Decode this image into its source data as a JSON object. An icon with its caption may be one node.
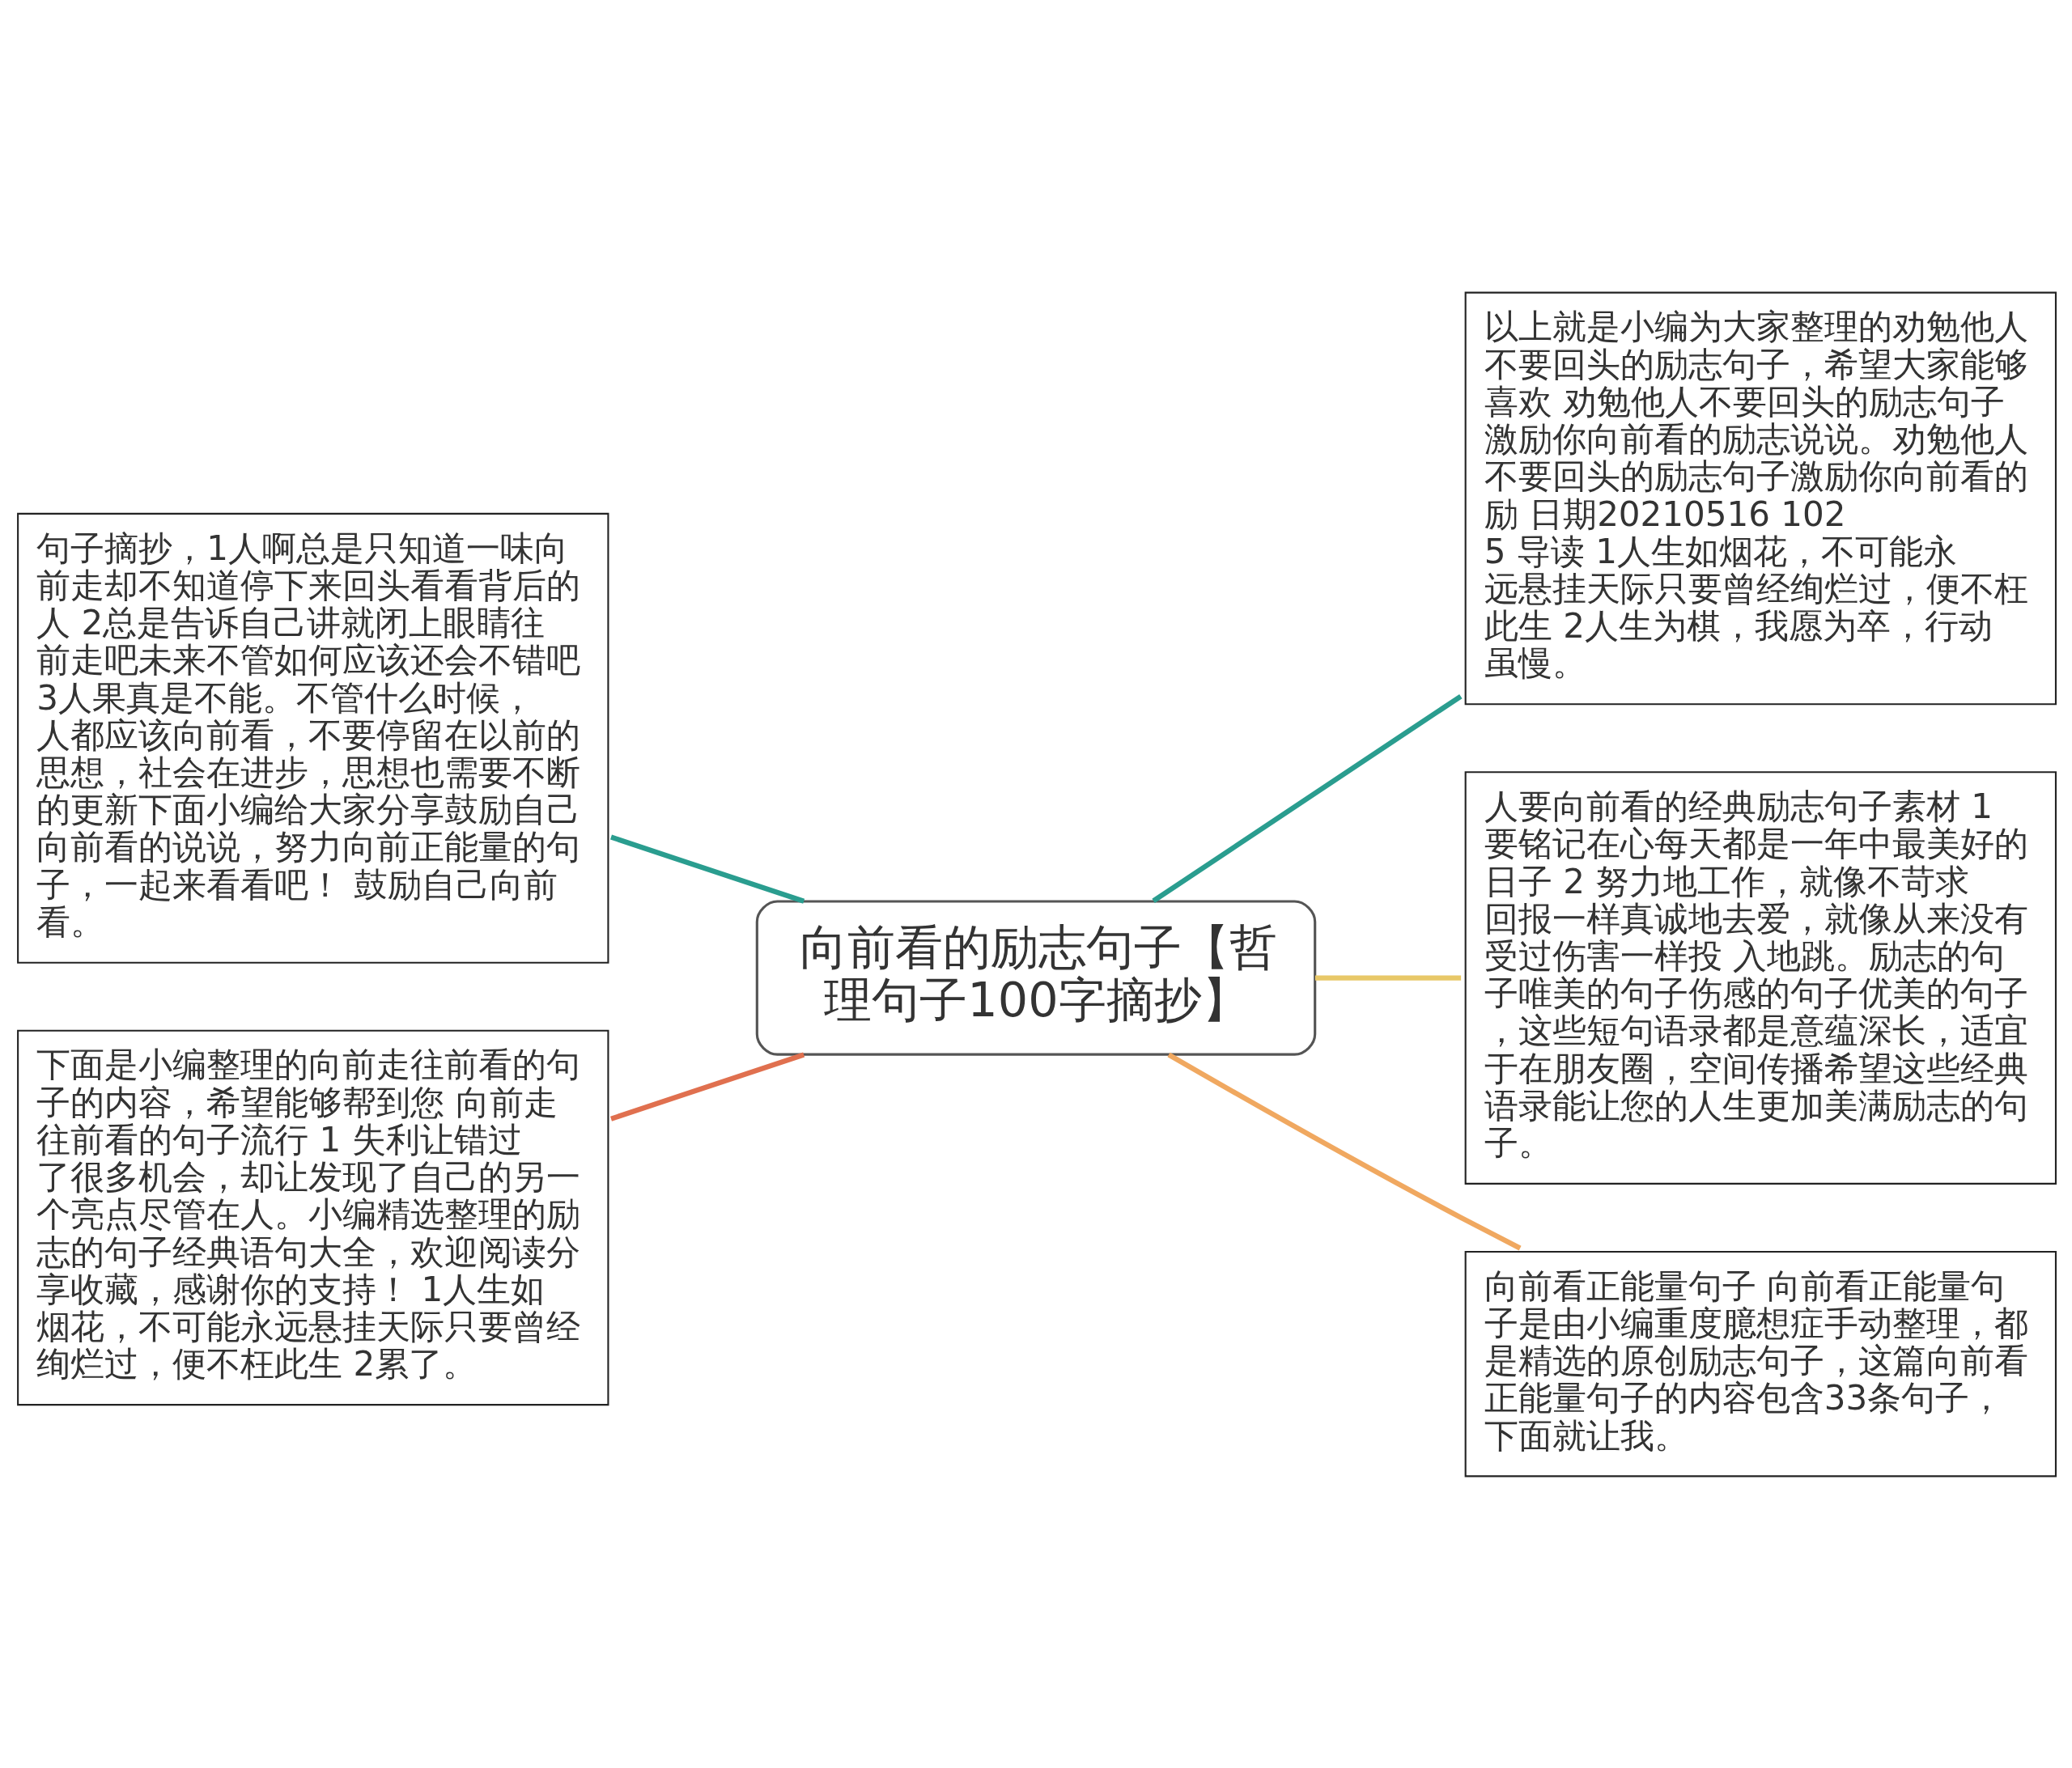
{
  "diagram": {
    "nodes": [
      {
        "text": [
          "向前看的励志句子【哲理句子100字摘抄】"
        ]
      },
      {
        "text": [
          "句子摘抄，1人啊总是只知道一味向前走却不知道停下来回头看看背后的人 2总是告诉自己讲就闭上眼睛往前走吧未来不管如何应该还会不错吧 3人果真是不能。不管什么时候，人都应该向前看，不要停留在以前的思想，社会在进步，思想也需要不断的更新下面小编给大家分享鼓励自己向前看的说说，努力向前正能量的句子，一起来看看吧！ 鼓励自己向前看。"
        ]
      },
      {
        "text": [
          "下面是小编整理的向前走往前看的句子的内容，希望能够帮到您 向前走往前看的句子流行 1 失利让错过了很多机会，却让发现了自己的另一个亮点尽管在人。小编精选整理的励志的句子经典语句大全，欢迎阅读分享收藏，感谢你的支持！ 1人生如烟花，不可能永远悬挂天际只要曾经绚烂过，便不枉此生 2累了。"
        ]
      },
      {
        "text": [
          "以上就是小编为大家整理的劝勉他人不要回头的励志句子，希望大家能够喜欢 劝勉他人不要回头的励志句子激励你向前看的励志说说。劝勉他人不要回头的励志句子激励你向前看的励 日期20210516 1025 导读 1人生如烟花，不可能永远悬挂天际只要曾经绚烂过，便不枉此生 2人生为棋，我愿为卒，行动虽慢。"
        ]
      },
      {
        "text": [
          "人要向前看的经典励志句子素材 1要铭记在心每天都是一年中最美好的日子 2 努力地工作，就像不苛求回报一样真诚地去爱，就像从来没有受过伤害一样投 入地跳。励志的句子唯美的句子伤感的句子优美的句子，这些短句语录都是意蕴深长，适宜于在朋友圈，空间传播希望这些经典语录能让您的人生更加美满励志的句子。"
        ]
      },
      {
        "text": [
          "向前看正能量句子 向前看正能量句子是由小编重度臆想症手动整理，都是精选的原创励志句子，这篇向前看正能量句子的内容包含33条句子，下面就让我。"
        ]
      }
    ],
    "edges": [
      {
        "from": 0,
        "to": 1,
        "arrow": "none",
        "color": "#2a9d8f"
      },
      {
        "from": 0,
        "to": 2,
        "arrow": "none",
        "color": "#e0704f"
      },
      {
        "from": 0,
        "to": 3,
        "arrow": "none",
        "color": "#2a9d8f"
      },
      {
        "from": 0,
        "to": 4,
        "arrow": "none",
        "color": "#e8c868"
      },
      {
        "from": 0,
        "to": 5,
        "arrow": "none",
        "color": "#f0a860"
      }
    ]
  }
}
